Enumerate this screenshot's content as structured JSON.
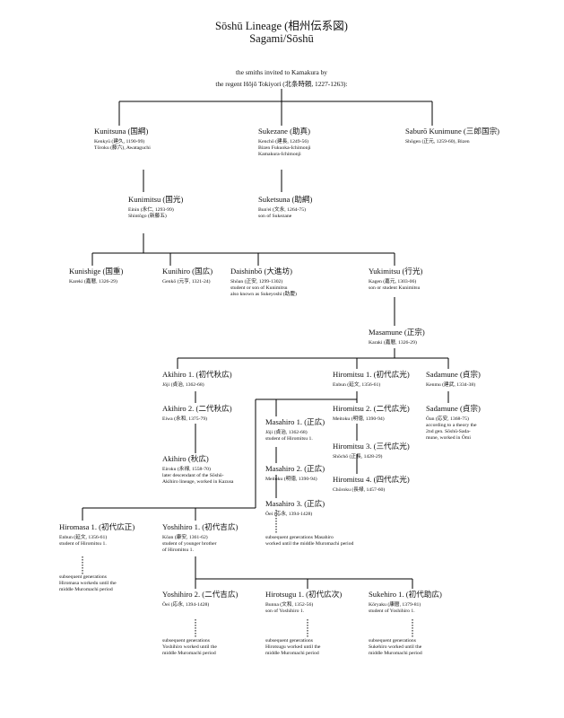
{
  "title": "Sōshū Lineage (相州伝系図)",
  "subtitle": "Sagami/Sōshū",
  "intro": [
    "the smiths invited to Kamakura by",
    "the regent Hōjō Tokiyori (北条時頼, 1227-1263):"
  ],
  "smiths": {
    "kunitsuna": {
      "name": "Kunitsuna (国綱)",
      "details": [
        "Kenkyū (建久, 1190-99)",
        "Tōroku (藤六), Awataguchi"
      ]
    },
    "sukezane": {
      "name": "Sukezane (助真)",
      "details": [
        "Kenchō (建長, 1249-56)",
        "Bizen Fukuoka-Ichimonji",
        "Kamakura-Ichimonji"
      ]
    },
    "saburo_kunimune": {
      "name": "Saburō Kunimune (三郎国宗)",
      "details": [
        "Shōgen (正元, 1259-60), Bizen"
      ]
    },
    "kunimitsu": {
      "name": "Kunimitsu (国光)",
      "details": [
        "Einin (永仁, 1293-99)",
        "Shintōgo (新藤五)"
      ]
    },
    "suketsuna": {
      "name": "Suketsuna (助綱)",
      "details": [
        "Bun'ei (文永, 1264-75)",
        "son of Sukezane"
      ]
    },
    "kunishige": {
      "name": "Kunishige (国重)",
      "details": [
        "Kareki (嘉暦, 1326-29)"
      ]
    },
    "kunihiro": {
      "name": "Kunihiro (国広)",
      "details": [
        "Genkō (元亨, 1321-24)"
      ]
    },
    "daishinbo": {
      "name": "Daishinbō (大進坊)",
      "details": [
        "Shōan (正安, 1299-1302)",
        "student or son of Kunimitsu",
        "also known as Sukeyoshi (助慶)"
      ]
    },
    "yukimitsu": {
      "name": "Yukimitsu (行光)",
      "details": [
        "Kagen (嘉元, 1303-06)",
        "son or student Kunimitsu"
      ]
    },
    "masamune": {
      "name": "Masamune (正宗)",
      "details": [
        "Karaki (嘉暦, 1326-29)"
      ]
    },
    "akihiro1": {
      "name": "Akihiro 1. (初代秋広)",
      "details": [
        "Jōji (貞治, 1362-68)"
      ]
    },
    "hiromitsu1": {
      "name": "Hiromitsu 1. (初代広光)",
      "details": [
        "Enbun (延文, 1356-61)"
      ]
    },
    "sadamune1": {
      "name": "Sadamune (貞宗)",
      "details": [
        "Kenmu (建武, 1334-38)"
      ]
    },
    "akihiro2": {
      "name": "Akihiro 2. (二代秋広)",
      "details": [
        "Eiwa (永和, 1375-79)"
      ]
    },
    "masahiro1": {
      "name": "Masahiro 1. (正広)",
      "details": [
        "Jōji (貞治, 1362-68)",
        "student of Hiromitsu 1."
      ]
    },
    "hiromitsu2": {
      "name": "Hiromitsu 2. (二代広光)",
      "details": [
        "Meitoku (明徳, 1390-94)"
      ]
    },
    "sadamune2": {
      "name": "Sadamune (貞宗)",
      "details": [
        "Ōan (応安, 1368-75)",
        "according to a theory the",
        "2nd gen. Sōshū-Sada-",
        "mune, worked in Ōmi"
      ]
    },
    "hiromitsu3": {
      "name": "Hiromitsu 3. (三代広光)",
      "details": [
        "Shōchō (正長, 1428-29)"
      ]
    },
    "akihiro3": {
      "name": "Akihiro (秋広)",
      "details": [
        "Eiroku (永禄, 1558-70)",
        "later descendant of the Sōshū-",
        "Akihiro lineage, worked in Kazusa"
      ]
    },
    "masahiro2": {
      "name": "Masahiro 2. (正広)",
      "details": [
        "Meitoku (明徳, 1390-94)"
      ]
    },
    "hiromitsu4": {
      "name": "Hiromitsu 4. (四代広光)",
      "details": [
        "Chōroku (長禄, 1457-60)"
      ]
    },
    "masahiro3": {
      "name": "Masahiro 3. (正広)",
      "details": [
        "Ōei (応永, 1394-1428)"
      ]
    },
    "masahiro_note": {
      "name": "",
      "details": [
        "subsequent generations Masahiro",
        "worked until the middle Muromachi period"
      ]
    },
    "hiromasa1": {
      "name": "Hiromasa 1. (初代広正)",
      "details": [
        "Enbun (延文, 1356-61)",
        "student of Hiromitsu 1."
      ]
    },
    "hiromasa_note": {
      "name": "",
      "details": [
        "subsequent generations",
        "Hiromasa workedu until the",
        "middle Muromachi period"
      ]
    },
    "yoshihiro1": {
      "name": "Yoshihiro 1. (初代吉広)",
      "details": [
        "Kōan (康安, 1361-62)",
        "student of younger brother",
        "of Hiromitsu 1."
      ]
    },
    "yoshihiro2": {
      "name": "Yoshihiro 2. (二代吉広)",
      "details": [
        "Ōei (応永, 1394-1428)"
      ]
    },
    "yoshihiro_note": {
      "name": "",
      "details": [
        "subsequent generations",
        "Yoshihiro worked until the",
        "middle Muromachi period"
      ]
    },
    "hirotsugu1": {
      "name": "Hirotsugu 1. (初代広次)",
      "details": [
        "Bunna (文和, 1352-56)",
        "son of Yoshihiro 1."
      ]
    },
    "hirotsugu_note": {
      "name": "",
      "details": [
        "subsequent generations",
        "Hirotsugu worked until the",
        "middle Muromachi period"
      ]
    },
    "sukehiro1": {
      "name": "Sukehiro 1. (初代助広)",
      "details": [
        "Kōryaku (康暦, 1379-81)",
        "student of Yoshihiro 1."
      ]
    },
    "sukehiro_note": {
      "name": "",
      "details": [
        "subsequent generations",
        "Sukehiro worked until the",
        "middle Muromachi period"
      ]
    }
  }
}
